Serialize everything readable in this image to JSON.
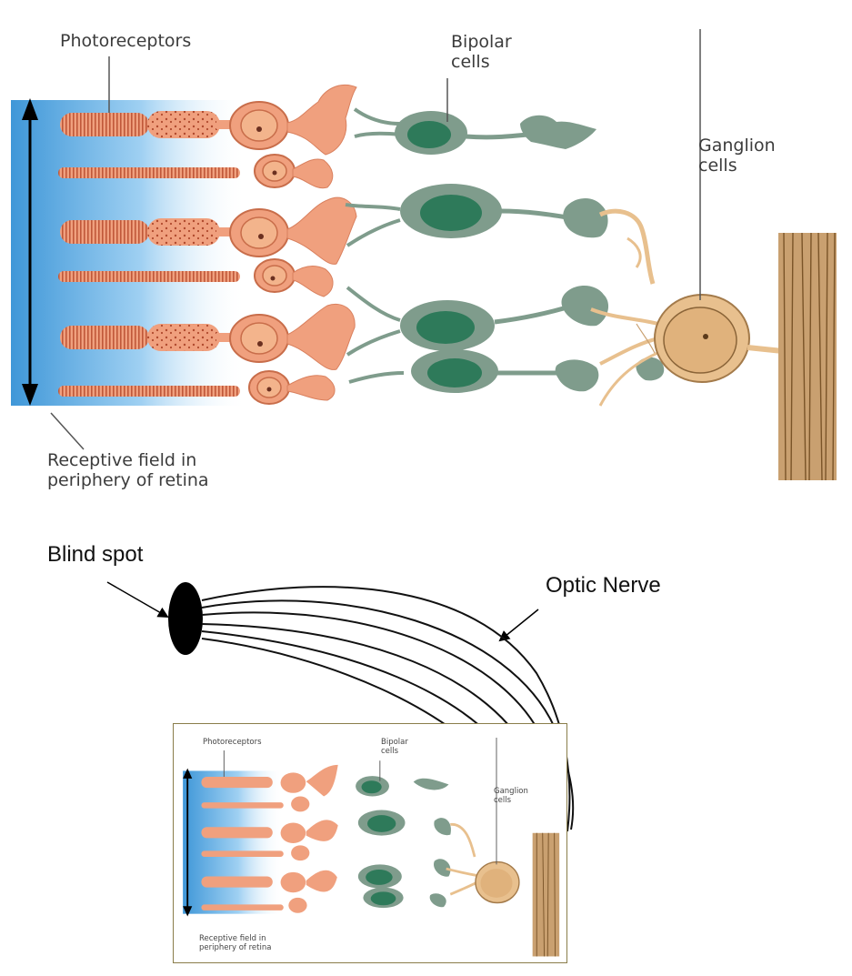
{
  "main": {
    "photoreceptors_label": "Photoreceptors",
    "bipolar_label": "Bipolar\ncells",
    "ganglion_label": "Ganglion\ncells",
    "receptive_label": "Receptive field in\nperiphery of retina"
  },
  "eye": {
    "blind_spot_label": "Blind spot",
    "optic_nerve_label": "Optic Nerve"
  },
  "inset": {
    "photoreceptors_label": "Photoreceptors",
    "bipolar_label": "Bipolar\ncells",
    "ganglion_label": "Ganglion\ncells",
    "receptive_label": "Receptive field in\nperiphery of retina"
  },
  "colors": {
    "photoreceptor": "#f0a07e",
    "photoreceptor_dark": "#c0583a",
    "bipolar": "#7f9c8c",
    "bipolar_nucleus": "#2e7a5a",
    "ganglion": "#e8c08e",
    "nerve": "#c9a070",
    "field_blue": "#3f97d8"
  }
}
